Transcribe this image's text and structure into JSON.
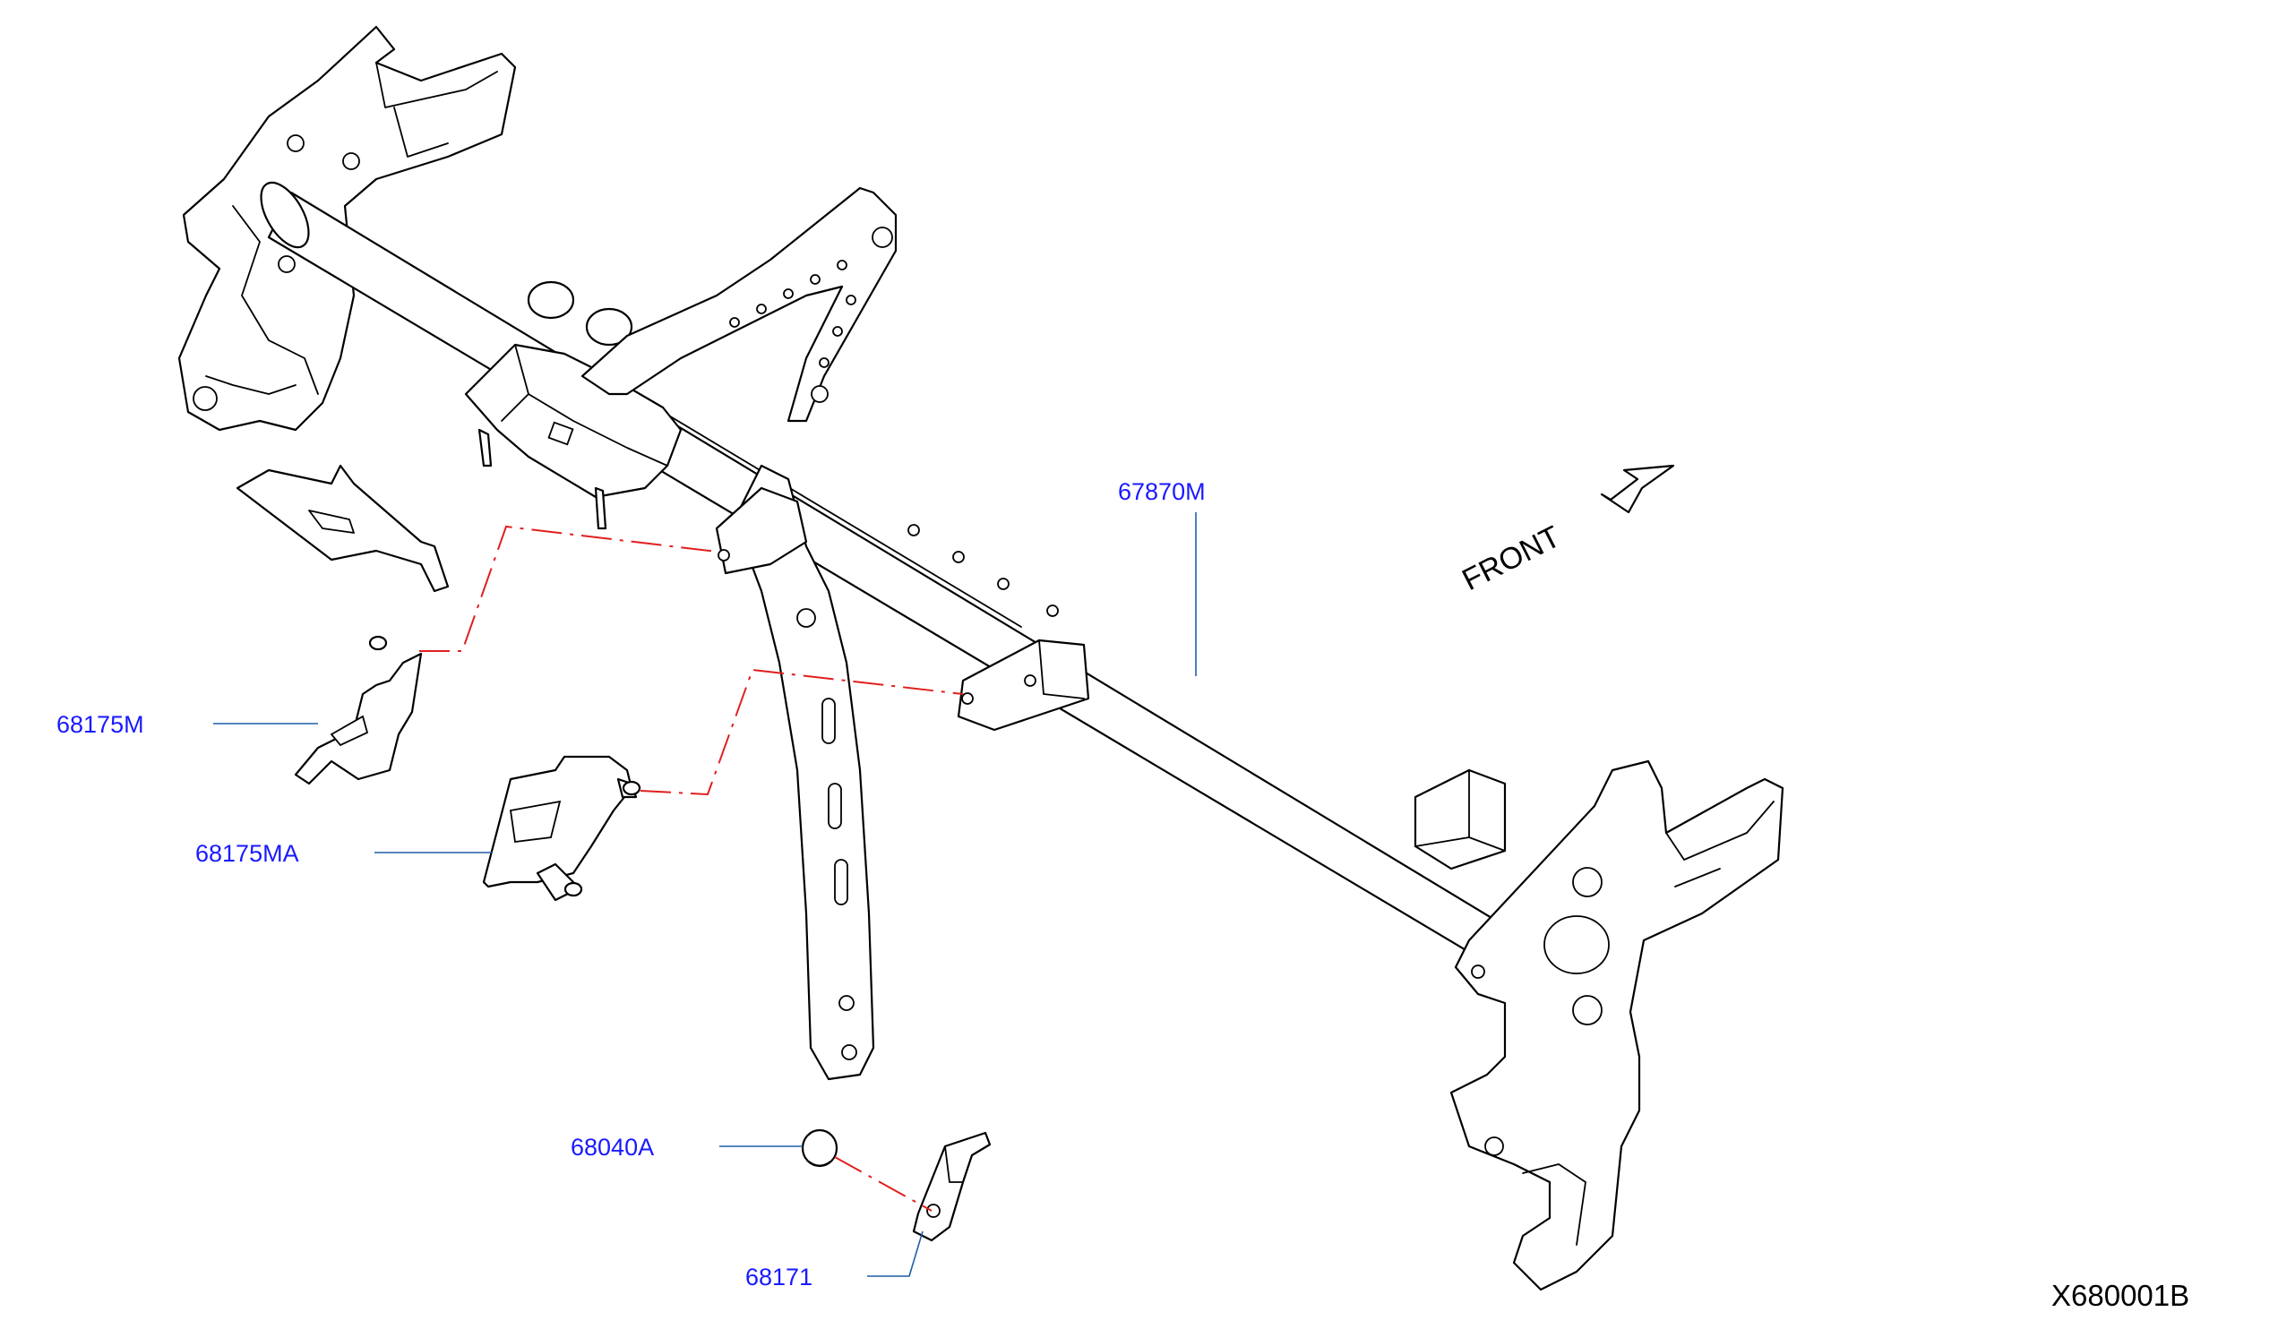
{
  "labels": {
    "dash_panel_member": "67870M",
    "bracket_left": "68175M",
    "bracket_center": "68175MA",
    "clip": "68040A",
    "bracket_lower": "68171"
  },
  "front_label": "FRONT",
  "diagram_code": "X680001B",
  "colors": {
    "label_text": "#1a1aff",
    "leader_line": "#1f5fa8",
    "dash_line": "#e0201e",
    "outline": "#000000"
  }
}
